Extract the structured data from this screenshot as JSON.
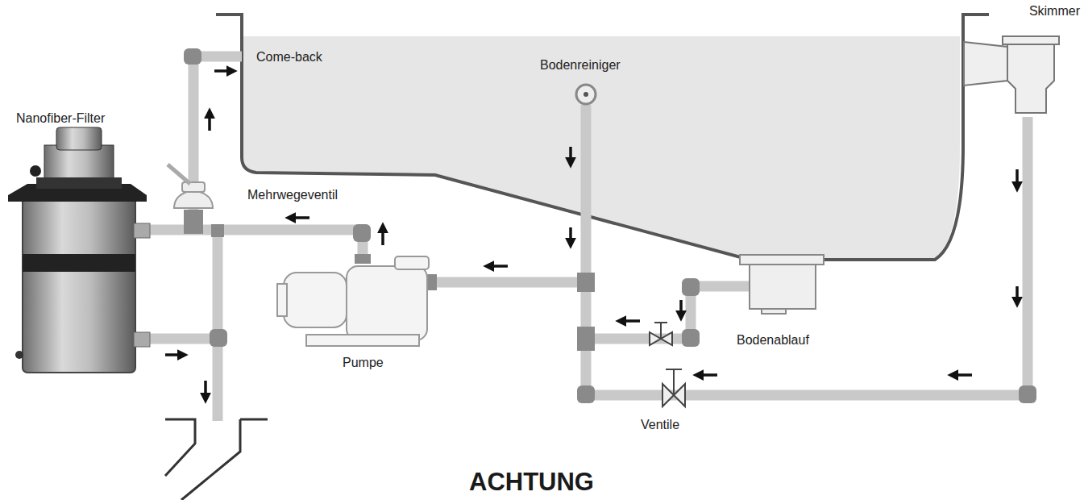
{
  "diagram": {
    "labels": [
      "Come-back",
      "Bodenreiniger",
      "Skimmer",
      "Nanofiber-Filter",
      "Mehrwegeventil",
      "Pumpe",
      "Bodenablauf",
      "Ventile",
      "ACHTUNG"
    ]
  }
}
